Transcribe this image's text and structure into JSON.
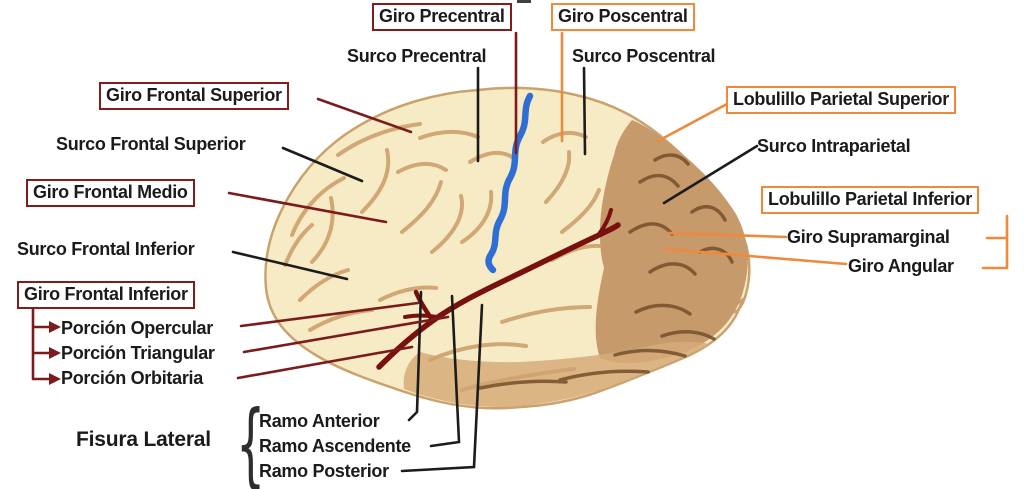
{
  "labels": {
    "giro_precentral": "Giro Precentral",
    "giro_poscentral": "Giro Poscentral",
    "surco_precentral": "Surco Precentral",
    "surco_poscentral": "Surco Poscentral",
    "giro_frontal_superior": "Giro Frontal Superior",
    "surco_frontal_superior": "Surco Frontal Superior",
    "giro_frontal_medio": "Giro Frontal Medio",
    "surco_frontal_inferior": "Surco Frontal Inferior",
    "giro_frontal_inferior": "Giro Frontal Inferior",
    "porcion_opercular": "Porción Opercular",
    "porcion_triangular": "Porción Triangular",
    "porcion_orbitaria": "Porción Orbitaria",
    "fisura_lateral": "Fisura Lateral",
    "ramo_anterior": "Ramo Anterior",
    "ramo_ascendente": "Ramo Ascendente",
    "ramo_posterior": "Ramo Posterior",
    "lobulillo_parietal_superior": "Lobulillo Parietal Superior",
    "surco_intraparietal": "Surco Intraparietal",
    "lobulillo_parietal_inferior": "Lobulillo Parietal Inferior",
    "giro_supramarginal": "Giro Supramarginal",
    "giro_angular": "Giro Angular",
    "brace": "{"
  },
  "colors": {
    "dark_red_box_border": "#831c1c",
    "orange_box_border": "#ef8a3c",
    "black_leader": "#1c1c1c",
    "dark_red_leader": "#7c1b1b",
    "orange_leader": "#ef8a3c",
    "central_sulcus_highlight": "#2e6fd6",
    "lateral_fissure_highlight": "#791010",
    "brain_cream": "#f7ebc6",
    "brain_shaded_tan": "#c79a6b",
    "label_text": "#1b1b1b"
  }
}
